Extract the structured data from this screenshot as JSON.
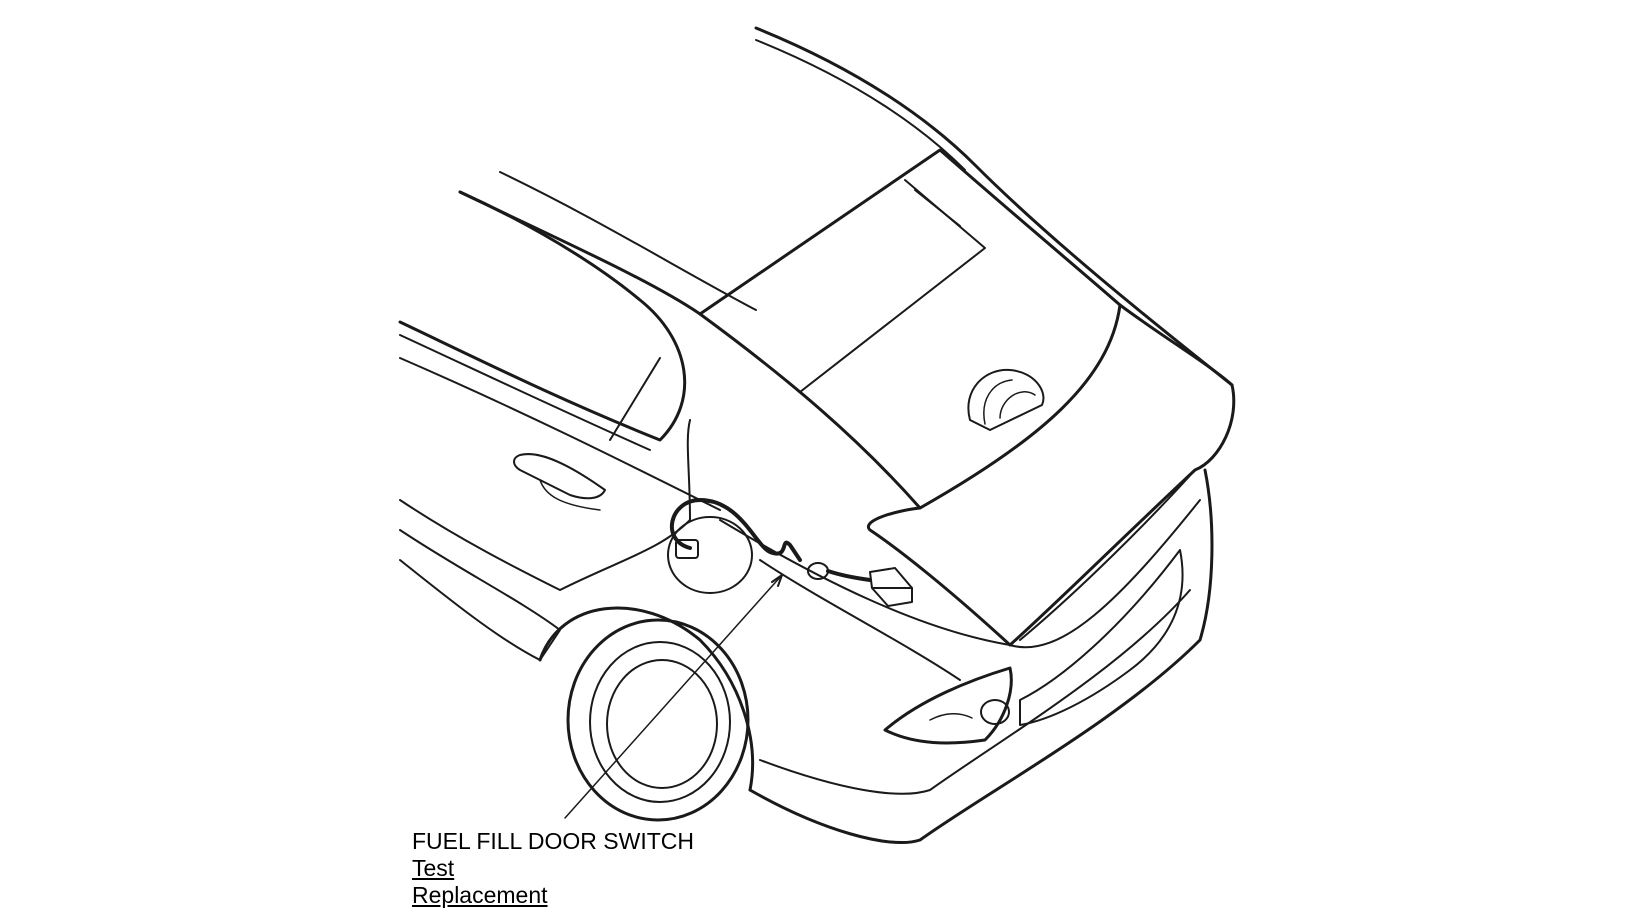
{
  "callout": {
    "title": "FUEL FILL DOOR SWITCH",
    "links": [
      "Test",
      "Replacement"
    ]
  },
  "colors": {
    "line": "#1a1a1a",
    "background": "#ffffff"
  }
}
